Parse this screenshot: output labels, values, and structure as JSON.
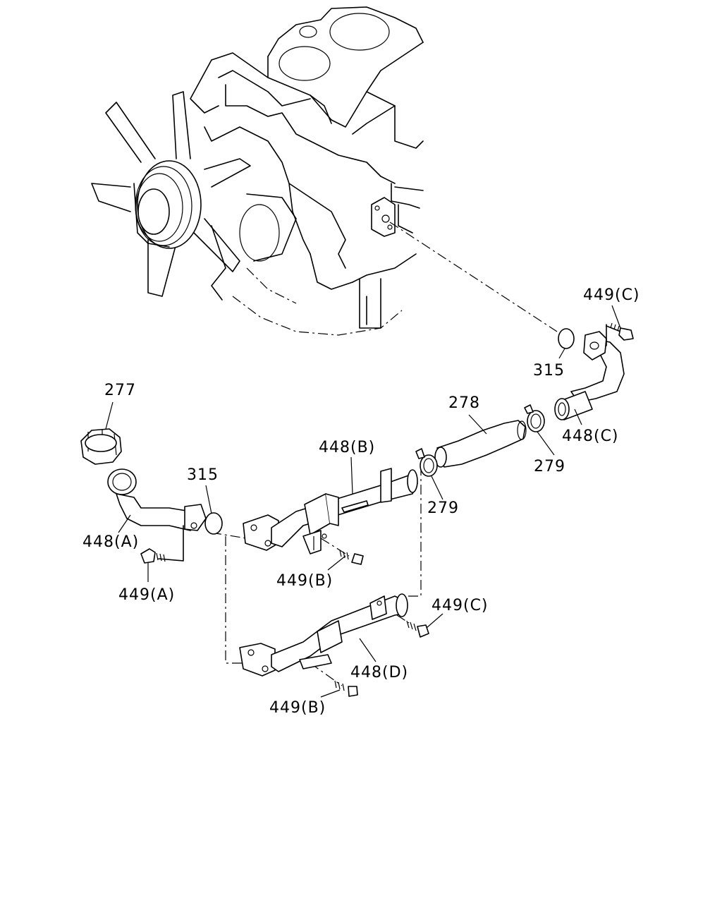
{
  "labels": {
    "bolt_c_top": "449(C)",
    "oring_top": "315",
    "hose_top": "278",
    "pipe_c": "448(C)",
    "clamp_right": "279",
    "cap": "277",
    "pipe_b": "448(B)",
    "oring_left": "315",
    "clamp_mid": "279",
    "pipe_a": "448(A)",
    "bolt_b_mid": "449(B)",
    "bolt_a": "449(A)",
    "bolt_c_low": "449(C)",
    "pipe_d": "448(D)",
    "bolt_b_low": "449(B)"
  }
}
